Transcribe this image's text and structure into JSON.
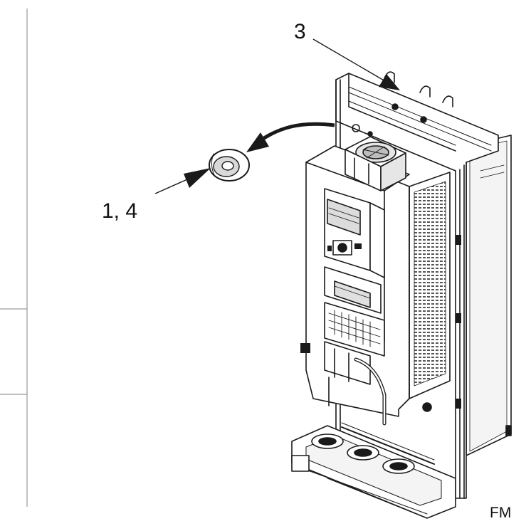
{
  "callouts": {
    "top": "3",
    "left": "1, 4"
  },
  "corner_code": "FM",
  "colors": {
    "ink": "#1a1a1a",
    "panel_fill": "#ffffff",
    "shade": "#d9d9d9",
    "vent": "#555555"
  }
}
